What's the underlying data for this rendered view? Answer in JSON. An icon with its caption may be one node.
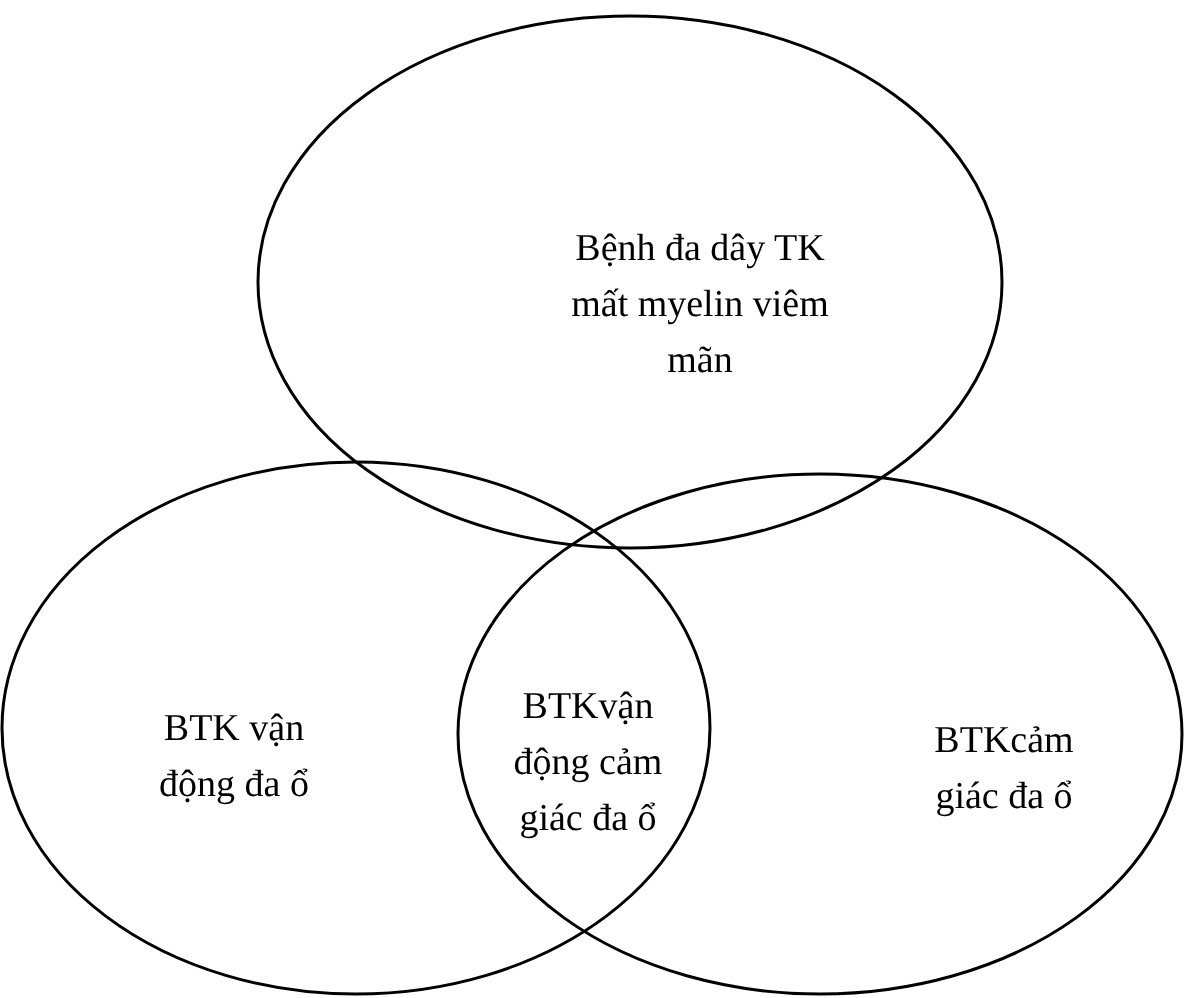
{
  "diagram": {
    "nodes": [
      {
        "text": [
          "Bệnh đa dây TK mất myelin viêm mãn"
        ]
      },
      {
        "text": [
          "BTK vận động đa ổ"
        ]
      },
      {
        "text": [
          "BTKcảm giác đa ổ"
        ]
      }
    ],
    "labels": [
      "BTKvận động cảm giác đa ổ"
    ]
  }
}
